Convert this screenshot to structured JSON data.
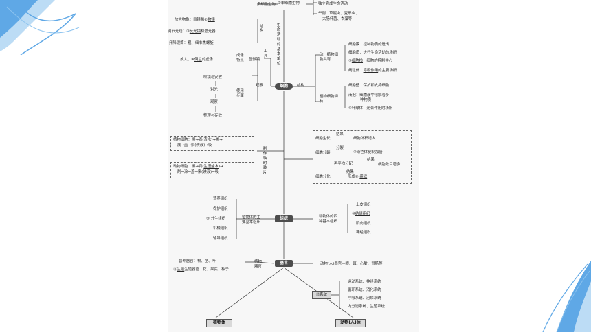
{
  "colors": {
    "deco_blue": "#5fa8e6",
    "deco_light": "#bcdcf5",
    "node_bg": "#4d4d4d",
    "paper": "#f7f7f7"
  },
  "top": {
    "multicell": "多细胞生物",
    "c2": "②",
    "unicell_ans": "单细胞",
    "organism": "生物",
    "right1": "独立完成生命活动",
    "right2": "举例：草履虫、变形虫、",
    "right3": "大肠杆菌、衣藻等"
  },
  "spine": "生命活动的基本单位",
  "microscope": {
    "i1": "放大物像：目镜和①",
    "i1_ans": "物镜",
    "i2a": "调节光线：",
    "c3": "③",
    "i2_ans": "反光镜",
    "i2b": "和遮光器",
    "i3": "升降镜筒：粗、细准焦螺旋",
    "structure": "结构",
    "i4a": "放大、",
    "c4": "④",
    "i4_ans": "倒立",
    "i4b": "的虚像",
    "feature": "成像特点",
    "name": "显微镜",
    "steps": [
      "取镜与安放",
      "对光",
      "观察",
      "整理与存放"
    ],
    "use_steps": "使用步骤",
    "tool": "工具",
    "observe": "观察"
  },
  "cell": {
    "name": "细胞",
    "structure": "结构",
    "common_title": "动、植物细胞共有",
    "common": [
      "细胞膜：控制物质的进出",
      "细胞质：进行生命活动的场所"
    ],
    "c5": "⑤",
    "nucleus_ans": "细胞核",
    "nucleus_rest": "：细胞的控制中心",
    "mito": "线粒体：",
    "mito_ans": "呼吸作用",
    "mito_rest": "的主要场所",
    "plant_title": "植物细胞特有",
    "plant": [
      "细胞壁：保护和支持细胞",
      "液泡：细胞液中溶解着多",
      "种物质"
    ],
    "c6": "⑥",
    "chloro_ans": "叶绿体",
    "chloro_rest": "：光合作用的场所"
  },
  "slides": {
    "make": "制作临时装片",
    "plant_slide": [
      "植物细胞：擦→滴(清水)→撕→",
      "展→盖→染(碘液)→吸"
    ],
    "animal_a": "动物细胞：擦→滴(",
    "animal_ans": "生理盐水",
    "animal_b": ")→",
    "animal_c": "刮→涂→盖→染(碘液)→吸"
  },
  "growth": {
    "grow": "细胞生长",
    "result": "结果",
    "grow_res": "细胞体积增大",
    "divide": "细胞分裂",
    "copy": "分裂",
    "c7": "⑦",
    "chromo_ans": "染色体",
    "chromo_rest": "复制加倍",
    "equal": "再平均分配",
    "num_res": "细胞数目增多",
    "diff": "细胞分化",
    "form": "形成⑧",
    "tissue_ans": "组织"
  },
  "tissue": {
    "name": "组织",
    "plant": [
      "营养组织",
      "保护组织",
      "分生组织",
      "机械组织",
      "输导组织"
    ],
    "c9": "⑨",
    "plant_main": "植物体的主",
    "plant_main2": "要基本组织",
    "animal_main": "动物体的四",
    "animal_main2": "种基本组织",
    "animal": [
      "上皮组织",
      "结缔组织",
      "肌肉组织",
      "神经组织"
    ],
    "c10": "⑩"
  },
  "organ": {
    "name": "器官",
    "veg": "营养器官：根、茎、叶",
    "rep": "生殖器官：花、果实、种子",
    "c11": "⑪",
    "rep_ans": "生殖",
    "plant_organ": "植物器官",
    "animal": "动物(人)器官—眼、耳、心脏、胃肠等"
  },
  "system": {
    "label": "⑫系统",
    "items": [
      "运动系统、神经系统",
      "循环系统、消化系统",
      "呼吸系统、泌尿系统",
      "内分泌系统、生殖系统"
    ]
  },
  "bottom": {
    "plant": "植物体",
    "animal": "动物(人)体"
  }
}
